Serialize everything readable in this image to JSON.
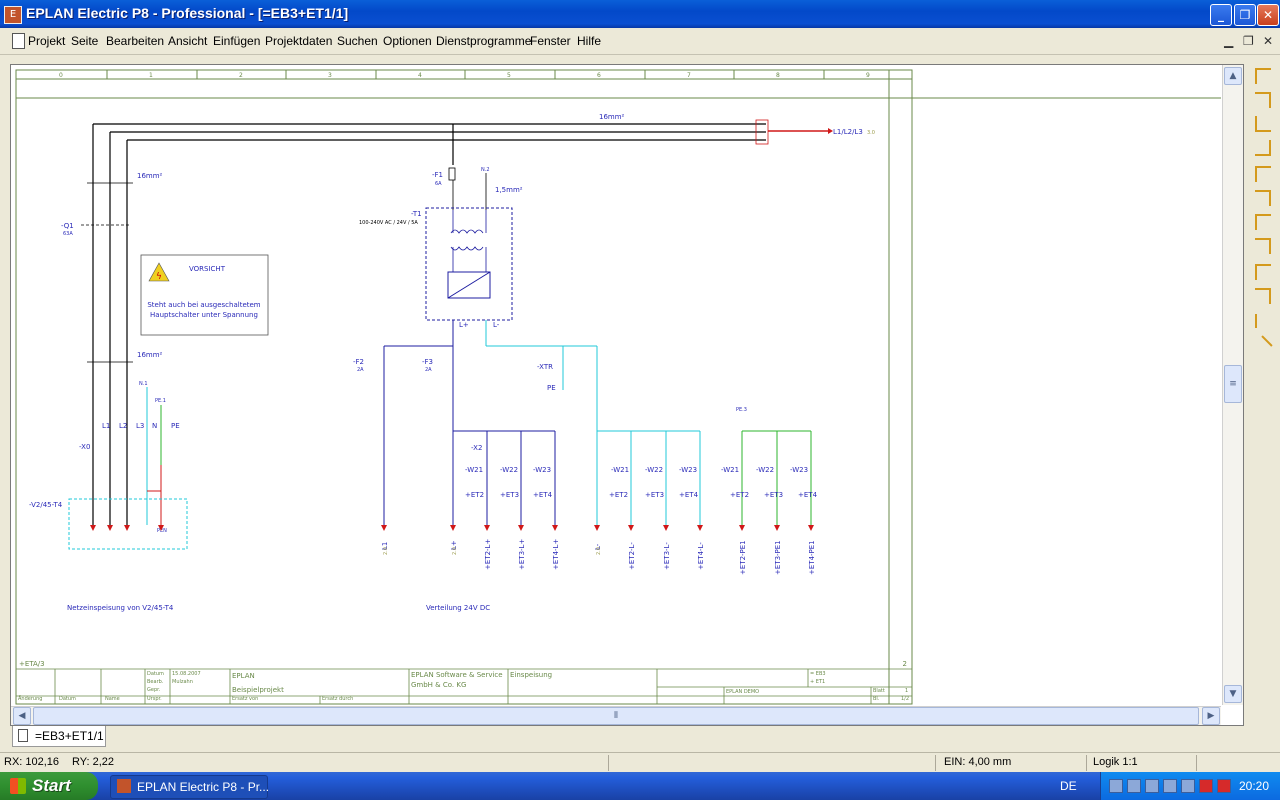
{
  "window": {
    "title": "EPLAN Electric P8 - Professional - [=EB3+ET1/1]"
  },
  "menu": [
    "Projekt",
    "Seite",
    "Bearbeiten",
    "Ansicht",
    "Einfügen",
    "Projektdaten",
    "Suchen",
    "Optionen",
    "Dienstprogramme",
    "Fenster",
    "Hilfe"
  ],
  "schematic": {
    "columns": [
      "0",
      "1",
      "2",
      "3",
      "4",
      "5",
      "6",
      "7",
      "8",
      "9"
    ],
    "warning": {
      "title": "VORSICHT",
      "line1": "Steht auch bei ausgeschaltetem",
      "line2": "Hauptschalter unter Spannung"
    },
    "labels": {
      "top_cable": "16mm²",
      "q1_cable": "16mm²",
      "q1_cable2": "16mm²",
      "q1": "-Q1",
      "q1_rating": "63A",
      "f1": "-F1",
      "f1_rating": "6A",
      "t1": "-T1",
      "t1_desc": "100-240V AC / 24V / 5A",
      "n2": "N.2",
      "f1_cable": "1,5mm²",
      "f2": "-F2",
      "f2_rating": "2A",
      "f3": "-F3",
      "f3_rating": "2A",
      "lplus": "L+",
      "lminus": "L-",
      "xtr": "-XTR",
      "pe": "PE",
      "x0": "-X0",
      "l1": "L1",
      "l2": "L2",
      "l3": "L3",
      "n": "N",
      "n1": "N.1",
      "pe1": "PE.1",
      "pe3": "PE.3",
      "v2": "-V2/45-T4",
      "pen": "PEN",
      "out": "L1/L2/L3",
      "out_ref": "3.0",
      "netz": "Netzeinspeisung von V2/45-T4",
      "vert": "Verteilung 24V DC",
      "x2": "-X2",
      "w21": "-W21",
      "w22": "-W22",
      "w23": "-W23",
      "et2": "+ET2",
      "et3": "+ET3",
      "et4": "+ET4",
      "rot_l1": "L1",
      "rot_l": "L+",
      "rot_1": "+ET2-L+",
      "rot_2": "+ET3-L+",
      "rot_3": "+ET4-L+",
      "rot_4": "+ET2-L-",
      "rot_5": "+ET3-L-",
      "rot_6": "+ET4-L-",
      "rot_7": "+ET2-PE1",
      "rot_8": "+ET3-PE1",
      "rot_9": "+ET4-PE1",
      "rot_lm": "L-",
      "ref_20": "2.0",
      "eta": "+ETA/3",
      "page_no": "2"
    },
    "titleblock": {
      "datum_label": "Datum",
      "datum": "15.08.2007",
      "bearb_label": "Bearb.",
      "bearb": "Mulzahn",
      "gepr": "Gepr.",
      "urspr": "Urspr.",
      "ersatz_von": "Ersatz von",
      "ersatz_durch": "Ersatz durch",
      "aenderung": "Änderung",
      "datum2": "Datum",
      "name": "Name",
      "eplan": "EPLAN",
      "projekt": "Beispielprojekt",
      "company1": "EPLAN Software & Service",
      "company2": "GmbH & Co. KG",
      "einspeisung": "Einspeisung",
      "eb3": "= EB3",
      "et1": "+ ET1",
      "demo": "EPLAN DEMO",
      "blatt": "Blatt",
      "blatt_no": "1",
      "bl": "Bl.",
      "bl_no": "1/2"
    }
  },
  "tab": {
    "label": "=EB3+ET1/1"
  },
  "status": {
    "rx": "RX: 102,16",
    "ry": "RY: 2,22",
    "ein": "EIN: 4,00 mm",
    "logik": "Logik 1:1"
  },
  "taskbar": {
    "start": "Start",
    "task": "EPLAN Electric P8 - Pr...",
    "lang": "DE",
    "time": "20:20"
  },
  "colors": {
    "wire": "#000000",
    "dc": "#1c1ca0",
    "cyan": "#20c8d8",
    "pe": "#2cb52c",
    "red": "#d01818",
    "label": "#2a2ab8"
  }
}
